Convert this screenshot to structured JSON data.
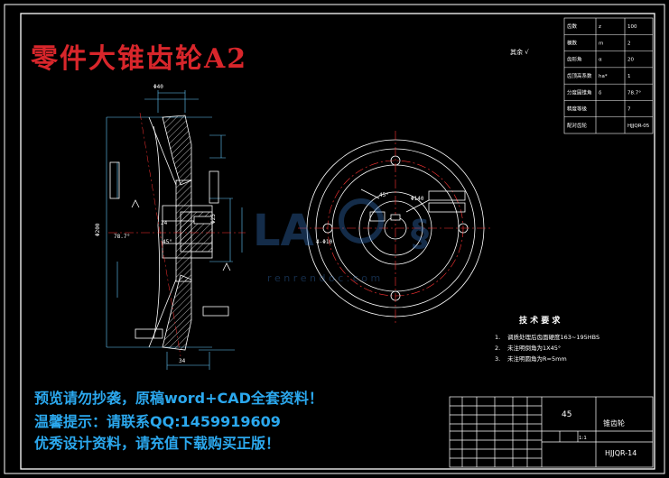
{
  "title": "零件大锥齿轮A2",
  "promo": {
    "preview": "预览请勿抄袭，原稿word+CAD全套资料！",
    "contact": "温馨提示：请联系QQ:1459919609",
    "buy": "优秀设计资料，请充值下载购买正版！"
  },
  "watermark": {
    "url": "r e n r e n d o c . c o m"
  },
  "check_note": "其余 √",
  "tech": {
    "heading": "技 术 要 求",
    "items": [
      {
        "num": "1.",
        "text": "调质处理后齿面硬度163~195HBS"
      },
      {
        "num": "2.",
        "text": "未注明倒角为1X45°"
      },
      {
        "num": "3.",
        "text": "未注明圆角为R=5mm"
      }
    ]
  },
  "title_block": {
    "material": "45",
    "part_name": "锥齿轮",
    "drawing_no": "HJJQR-14",
    "scale": "1:1"
  },
  "param_table": {
    "rows": [
      [
        "齿数",
        "z",
        "100"
      ],
      [
        "模数",
        "m",
        "2"
      ],
      [
        "齿形角",
        "α",
        "20"
      ],
      [
        "齿顶高系数",
        "ha*",
        "1"
      ],
      [
        "分度圆锥角",
        "δ",
        "78.7°"
      ],
      [
        "精度等级",
        "",
        "7"
      ],
      [
        "配对齿轮",
        "",
        "HJJQR-05"
      ]
    ]
  },
  "dims": {
    "d_hub": "Φ40",
    "d_bore": "Φ25",
    "d_outer": "Φ200",
    "angle": "78.7°",
    "len1": "24",
    "len2": "34",
    "angle2": "45°",
    "d_bolt": "Φ140",
    "holes": "4-Φ10"
  }
}
